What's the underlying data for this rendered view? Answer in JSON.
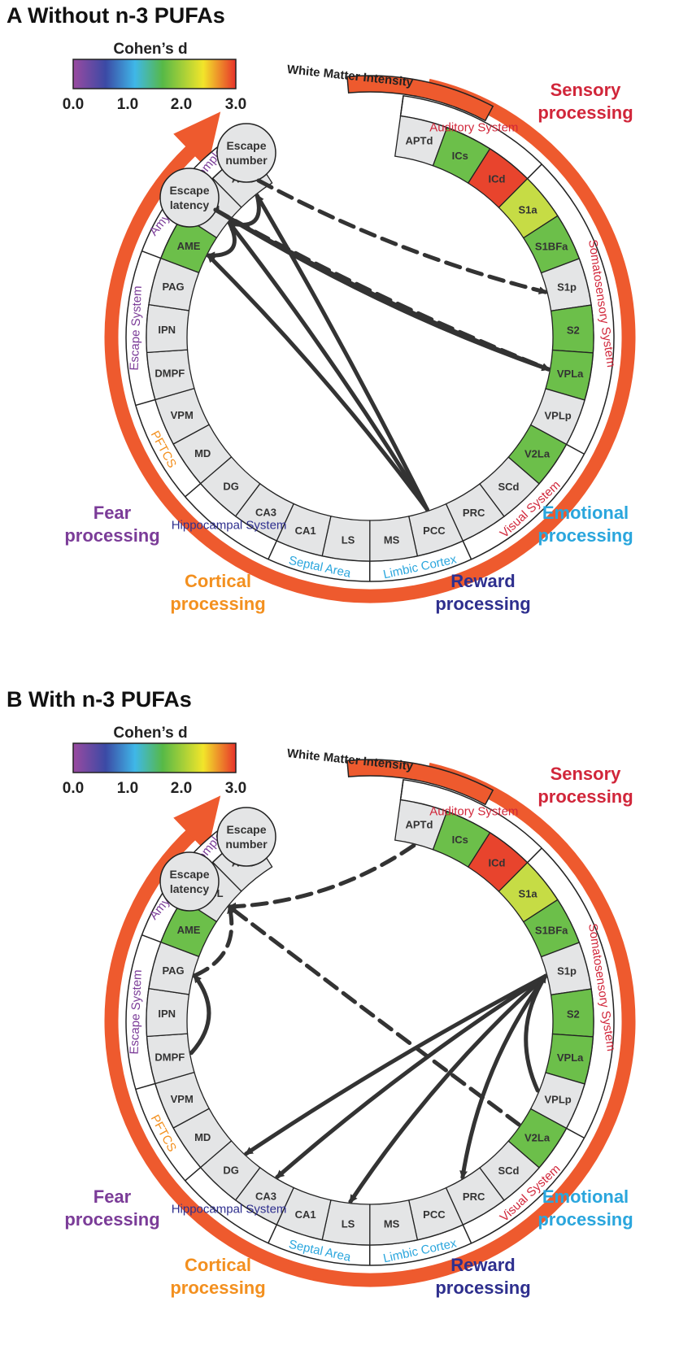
{
  "colors": {
    "arc": "#ee5a2e",
    "sensory": "#d1263a",
    "emotional": "#2aa6dd",
    "reward": "#2e2f8e",
    "cortical": "#f3901f",
    "fear": "#7b3c98",
    "gray_cell": "#e4e5e6",
    "green_mid": "#6cbf4a",
    "green_bright": "#5bb548",
    "yellow_green": "#c6dc45",
    "red_cell": "#e8442d",
    "connection": "#333333"
  },
  "colorbar": {
    "title": "Cohen’s d",
    "ticks": [
      "0.0",
      "1.0",
      "2.0",
      "3.0"
    ]
  },
  "ring_label": "White Matter Intensity",
  "groups": {
    "auditory": "Auditory System",
    "somatosensory": "Somatosensory System",
    "visual": "Visual System",
    "limbic": "Limbic Cortex",
    "septal": "Septal Area",
    "hippocampal": "Hippocampal System",
    "pftcs": "PFTCS",
    "escape": "Escape System",
    "amygdaloid": "Amygdaloid Complex"
  },
  "categories": {
    "sensory": [
      "Sensory",
      "processing"
    ],
    "emotional": [
      "Emotional",
      "processing"
    ],
    "reward": [
      "Reward",
      "processing"
    ],
    "cortical": [
      "Cortical",
      "processing"
    ],
    "fear": [
      "Fear",
      "processing"
    ]
  },
  "nodes": {
    "escape_number": [
      "Escape",
      "number"
    ],
    "escape_latency": [
      "Escape",
      "latency"
    ]
  },
  "panels": [
    {
      "title": "A Without n-3 PUFAs",
      "regions": [
        {
          "label": "APTd",
          "fill": "gray"
        },
        {
          "label": "ICs",
          "fill": "green"
        },
        {
          "label": "ICd",
          "fill": "red"
        },
        {
          "label": "S1a",
          "fill": "yellowgreen"
        },
        {
          "label": "S1BFa",
          "fill": "green"
        },
        {
          "label": "S1p",
          "fill": "gray"
        },
        {
          "label": "S2",
          "fill": "green"
        },
        {
          "label": "VPLa",
          "fill": "green"
        },
        {
          "label": "VPLp",
          "fill": "gray"
        },
        {
          "label": "V2La",
          "fill": "green"
        },
        {
          "label": "SCd",
          "fill": "gray"
        },
        {
          "label": "PRC",
          "fill": "gray"
        },
        {
          "label": "PCC",
          "fill": "gray"
        },
        {
          "label": "MS",
          "fill": "gray"
        },
        {
          "label": "LS",
          "fill": "gray"
        },
        {
          "label": "CA1",
          "fill": "gray"
        },
        {
          "label": "CA3",
          "fill": "gray"
        },
        {
          "label": "DG",
          "fill": "gray"
        },
        {
          "label": "MD",
          "fill": "gray"
        },
        {
          "label": "VPM",
          "fill": "gray"
        },
        {
          "label": "DMPF",
          "fill": "gray"
        },
        {
          "label": "IPN",
          "fill": "gray"
        },
        {
          "label": "PAG",
          "fill": "gray"
        },
        {
          "label": "AME",
          "fill": "green"
        },
        {
          "label": "ABL",
          "fill": "gray"
        },
        {
          "label": "ACO",
          "fill": "gray"
        }
      ],
      "connections": [
        {
          "from": "Escape number",
          "to": "S1p",
          "style": "dashed"
        },
        {
          "from": "Escape latency",
          "to": "VPLa",
          "style": "dashed"
        },
        {
          "from": "Escape latency",
          "to": "VPLa",
          "style": "solid"
        },
        {
          "from": "Escape latency",
          "to": "VPLa",
          "style": "solid"
        },
        {
          "from": "PCC",
          "to": "ACO",
          "style": "solid"
        },
        {
          "from": "PCC",
          "to": "ABL",
          "style": "solid"
        },
        {
          "from": "PCC",
          "to": "AME",
          "style": "solid"
        },
        {
          "from": "ACO",
          "to": "ABL",
          "style": "solid"
        },
        {
          "from": "ABL",
          "to": "AME",
          "style": "solid"
        }
      ]
    },
    {
      "title": "B With n-3 PUFAs",
      "regions": [
        {
          "label": "APTd",
          "fill": "gray"
        },
        {
          "label": "ICs",
          "fill": "green"
        },
        {
          "label": "ICd",
          "fill": "red"
        },
        {
          "label": "S1a",
          "fill": "yellowgreen"
        },
        {
          "label": "S1BFa",
          "fill": "green"
        },
        {
          "label": "S1p",
          "fill": "gray"
        },
        {
          "label": "S2",
          "fill": "green"
        },
        {
          "label": "VPLa",
          "fill": "green"
        },
        {
          "label": "VPLp",
          "fill": "gray"
        },
        {
          "label": "V2La",
          "fill": "green"
        },
        {
          "label": "SCd",
          "fill": "gray"
        },
        {
          "label": "PRC",
          "fill": "gray"
        },
        {
          "label": "PCC",
          "fill": "gray"
        },
        {
          "label": "MS",
          "fill": "gray"
        },
        {
          "label": "LS",
          "fill": "gray"
        },
        {
          "label": "CA1",
          "fill": "gray"
        },
        {
          "label": "CA3",
          "fill": "gray"
        },
        {
          "label": "DG",
          "fill": "gray"
        },
        {
          "label": "MD",
          "fill": "gray"
        },
        {
          "label": "VPM",
          "fill": "gray"
        },
        {
          "label": "DMPF",
          "fill": "gray"
        },
        {
          "label": "IPN",
          "fill": "gray"
        },
        {
          "label": "PAG",
          "fill": "gray"
        },
        {
          "label": "AME",
          "fill": "green"
        },
        {
          "label": "ABL",
          "fill": "gray"
        },
        {
          "label": "ACO",
          "fill": "gray"
        }
      ],
      "connections": [
        {
          "from": "APTd",
          "to": "ABL",
          "style": "dashed"
        },
        {
          "from": "V2La",
          "to": "ABL",
          "style": "dashed"
        },
        {
          "from": "PAG",
          "to": "ABL",
          "style": "dashed"
        },
        {
          "from": "DMPF",
          "to": "PAG",
          "style": "solid"
        },
        {
          "from": "S1p",
          "to": "DG",
          "style": "solid"
        },
        {
          "from": "S1p",
          "to": "CA3",
          "style": "solid"
        },
        {
          "from": "S1p",
          "to": "LS",
          "style": "solid"
        },
        {
          "from": "S1p",
          "to": "PRC",
          "style": "solid"
        },
        {
          "from": "VPLp",
          "to": "S1p",
          "style": "solid"
        }
      ]
    }
  ]
}
